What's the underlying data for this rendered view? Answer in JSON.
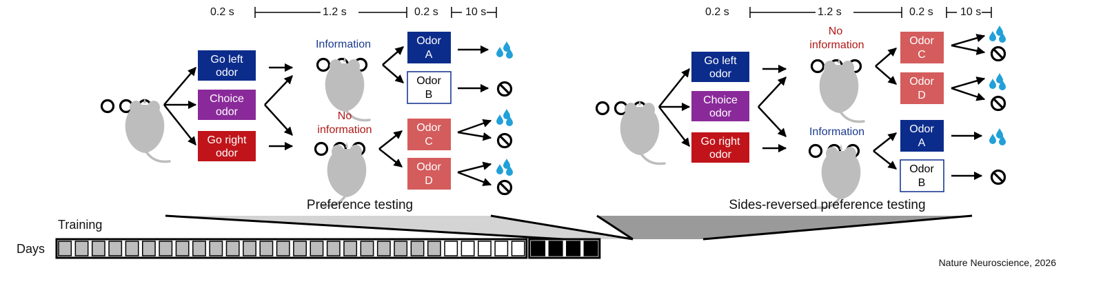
{
  "colors": {
    "go_left": "#0c2c8c",
    "choice": "#8a2a9a",
    "go_right": "#c0141a",
    "info_odor": "#0c2c8c",
    "noinfo_odor": "#d45c5c",
    "info_text": "#1a3a8c",
    "noinfo_text": "#b01818",
    "drop": "#22a0d8",
    "mouse": "#bdbdbd",
    "training_day": "#bdbdbd",
    "test_day": "#ffffff",
    "reversed_day": "#000000",
    "left_fan": "#d4d4d4",
    "right_fan": "#9a9a9a"
  },
  "timeline": {
    "t1": "0.2 s",
    "t2": "1.2 s",
    "t3": "0.2 s",
    "t4": "10 s"
  },
  "cues": {
    "go_left": [
      "Go left",
      "odor"
    ],
    "choice": [
      "Choice",
      "odor"
    ],
    "go_right": [
      "Go right",
      "odor"
    ]
  },
  "info_label": "Information",
  "noinfo_label": [
    "No",
    "information"
  ],
  "odors": {
    "A": [
      "Odor",
      "A"
    ],
    "B": [
      "Odor",
      "B"
    ],
    "C": [
      "Odor",
      "C"
    ],
    "D": [
      "Odor",
      "D"
    ]
  },
  "panels": {
    "left_title": "Preference testing",
    "right_title": "Sides-reversed preference testing"
  },
  "icons": {
    "reward": "water-drops-icon",
    "no_reward": "no-reward-icon",
    "animal": "mouse-icon"
  },
  "schedule": {
    "training_label": "Training",
    "days_label": "Days",
    "training_days": 23,
    "preference_days": 5,
    "reversed_days": 4
  },
  "credit": "Nature Neuroscience, 2026"
}
